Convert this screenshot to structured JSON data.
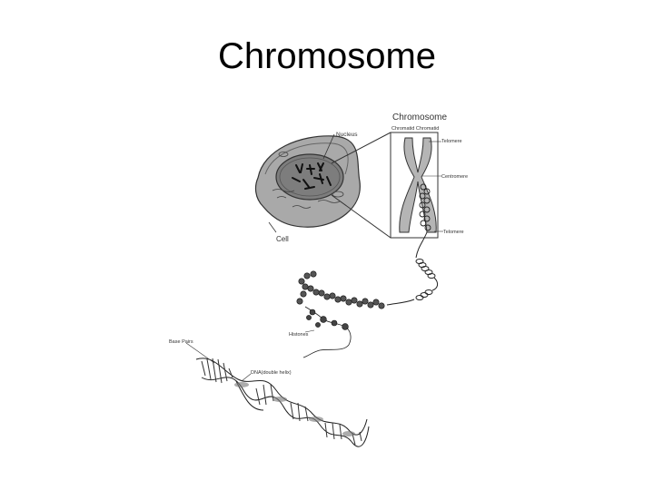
{
  "slide": {
    "title": "Chromosome"
  },
  "diagram": {
    "heading": "Chromosome",
    "labels": {
      "nucleus": "Nucleus",
      "cell": "Cell",
      "chromatid": "Chromatid Chromatid",
      "telomere_top": "Telomere",
      "centromere": "Centromere",
      "telomere_bottom": "Telomere",
      "histones": "Histones",
      "base_pair": "Base Pairs",
      "dna": "DNA(double helix)"
    },
    "colors": {
      "cell_fill": "#a9a9a9",
      "nucleus_fill": "#7d7d7d",
      "chromosome_fill": "#b5b5b5",
      "line": "#333333"
    }
  }
}
